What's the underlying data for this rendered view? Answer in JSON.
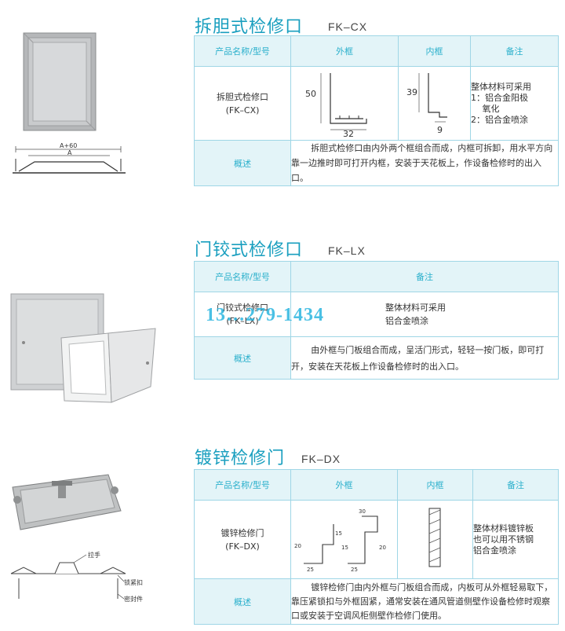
{
  "headers": {
    "name": "产品名称/型号",
    "outer": "外框",
    "inner": "内框",
    "remark": "备注",
    "summary": "概述"
  },
  "sections": [
    {
      "title": "拆胆式检修口",
      "code": "FK–CX",
      "product_name": "拆胆式检修口",
      "model": "(FK–CX)",
      "outer_dims": {
        "height": "50",
        "width": "32"
      },
      "inner_dims": {
        "height": "39",
        "width": "9"
      },
      "drawing_labels": {
        "top": "A+60",
        "bottom": "A"
      },
      "notes": [
        "整体材料可采用",
        "1：铝合金阳极",
        "　 氧化",
        "2：铝合金喷涂"
      ],
      "summary": "拆胆式检修口由内外两个框组合而成，内框可拆卸，用水平方向靠一边推时即可打开内框，安装于天花板上，作设备检修时的出入口。"
    },
    {
      "title": "门铰式检修口",
      "code": "FK–LX",
      "product_name": "门铰式检修口",
      "model": "(FK–LX)",
      "notes": [
        "整体材料可采用",
        "铝合金喷涂"
      ],
      "summary": "由外框与门板组合而成，呈活门形式，轻轻一按门板，即可打开，安装在天花板上作设备检修时的出入口。"
    },
    {
      "title": "镀锌检修门",
      "code": "FK–DX",
      "product_name": "镀锌检修门",
      "model": "(FK–DX)",
      "outer_dims": {
        "a": "30",
        "b": "20",
        "c": "25",
        "d": "15",
        "e": "20",
        "f": "25",
        "g": "15"
      },
      "drawing_labels": {
        "handle": "拉手",
        "lock": "锁紧扣",
        "seal": "密封件"
      },
      "notes": [
        "整体材料镀锌板",
        "也可以用不锈钢",
        "铝合金喷涂"
      ],
      "summary": "镀锌检修门由内外框与门板组合而成，内板可从外框轻易取下，靠压紧锁扣与外框固紧，通常安装在通风管道侧壁作设备检修时观察口或安装于空调风柜侧壁作检修门使用。"
    }
  ],
  "watermark": "13…279-1434",
  "colors": {
    "accent": "#1a9fbf",
    "header_bg": "#e3f4f8",
    "border": "#9fd6e6"
  }
}
